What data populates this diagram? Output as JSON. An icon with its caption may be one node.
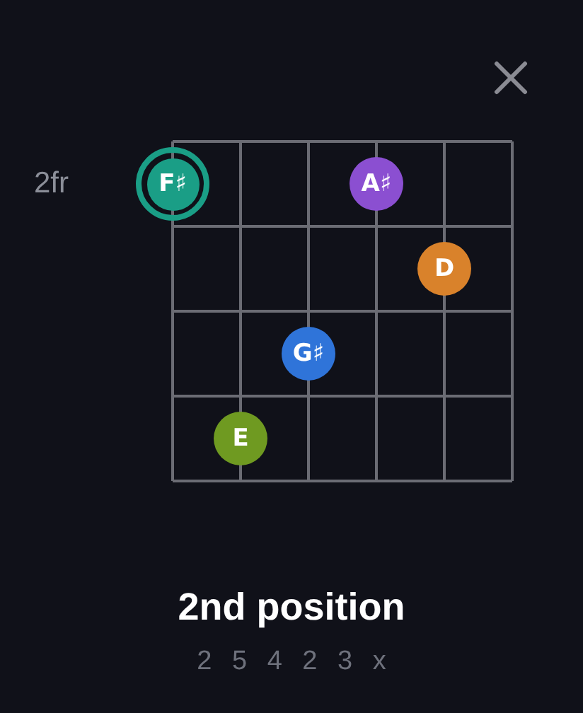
{
  "diagram": {
    "title": "2nd position",
    "nodes": [
      {
        "text": [
          "F♯"
        ]
      },
      {
        "text": [
          "A♯"
        ]
      },
      {
        "text": [
          "D"
        ]
      },
      {
        "text": [
          "G♯"
        ]
      },
      {
        "text": [
          "E"
        ]
      }
    ],
    "labels": [
      "2fr",
      "2 5 4 2 3 x"
    ]
  }
}
